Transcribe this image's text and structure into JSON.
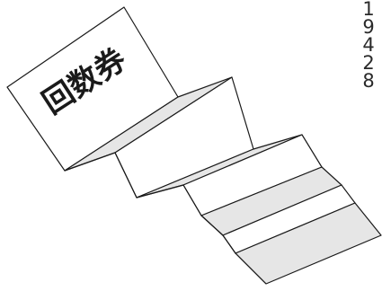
{
  "ticket": {
    "label": "回数券"
  },
  "side_number": {
    "digits": [
      "1",
      "9",
      "4",
      "2",
      "8"
    ]
  },
  "colors": {
    "stroke": "#1a1a1a",
    "panel_light": "#ffffff",
    "panel_shade": "#e6e6e6",
    "panel_dark": "#d4d4d4"
  }
}
